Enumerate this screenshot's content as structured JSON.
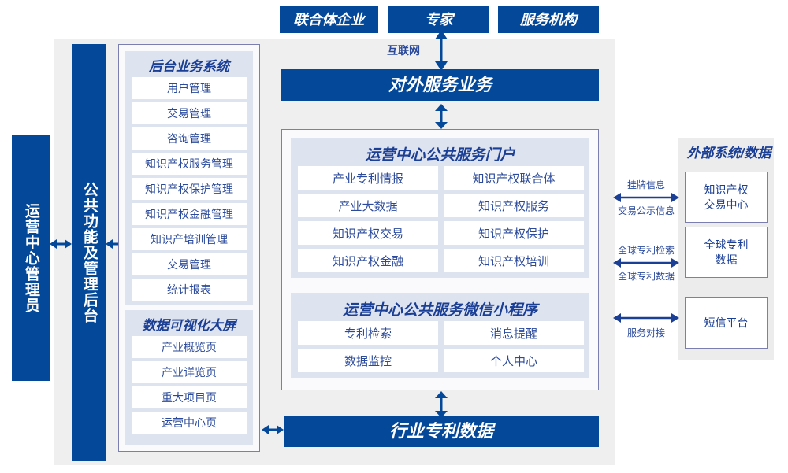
{
  "colors": {
    "primary_blue": "#04489a",
    "panel_fill": "#dee3f0",
    "outer_gray": "#efefef",
    "right_gray": "#ececec",
    "frame_border": "#7b7fb0",
    "text_blue": "#2b4a9b",
    "title_blue": "#1b3f94"
  },
  "top_actors": [
    {
      "label": "联合体企业"
    },
    {
      "label": "专家"
    },
    {
      "label": "服务机构"
    }
  ],
  "connectors": {
    "internet_label": "互联网"
  },
  "external_service_bar": {
    "label": "对外服务业务"
  },
  "industry_data_bar": {
    "label": "行业专利数据"
  },
  "left_column": {
    "admin_box": {
      "label": "运营中心管理员"
    },
    "common_box": {
      "label": "公共功能及管理后台"
    }
  },
  "backend_system": {
    "title": "后台业务系统",
    "items": [
      {
        "label": "用户管理"
      },
      {
        "label": "交易管理"
      },
      {
        "label": "咨询管理"
      },
      {
        "label": "知识产权服务管理"
      },
      {
        "label": "知识产权保护管理"
      },
      {
        "label": "知识产权金融管理"
      },
      {
        "label": "知识产培训管理"
      },
      {
        "label": "交易管理"
      },
      {
        "label": "统计报表"
      }
    ]
  },
  "data_visualization": {
    "title": "数据可视化大屏",
    "items": [
      {
        "label": "产业概览页"
      },
      {
        "label": "产业详览页"
      },
      {
        "label": "重大项目页"
      },
      {
        "label": "运营中心页"
      }
    ]
  },
  "public_portal": {
    "title": "运营中心公共服务门户",
    "items": [
      {
        "label": "产业专利情报"
      },
      {
        "label": "知识产权联合体"
      },
      {
        "label": "产业大数据"
      },
      {
        "label": "知识产权服务"
      },
      {
        "label": "知识产权交易"
      },
      {
        "label": "知识产权保护"
      },
      {
        "label": "知识产权金融"
      },
      {
        "label": "知识产权培训"
      }
    ]
  },
  "mini_program": {
    "title": "运营中心公共服务微信小程序",
    "items": [
      {
        "label": "专利检索"
      },
      {
        "label": "消息提醒"
      },
      {
        "label": "数据监控"
      },
      {
        "label": "个人中心"
      }
    ]
  },
  "external_systems": {
    "title": "外部系统/数据",
    "items": [
      {
        "label": "知识产权\n交易中心",
        "line1": "知识产权",
        "line2": "交易中心"
      },
      {
        "label": "全球专利\n数据",
        "line1": "全球专利",
        "line2": "数据"
      },
      {
        "label": "短信平台",
        "line1": "短信平台",
        "line2": ""
      }
    ],
    "link_labels": [
      {
        "above": "挂牌信息",
        "below": "交易公示信息"
      },
      {
        "above": "全球专利检索",
        "below": "全球专利数据"
      },
      {
        "above": "",
        "below": "服务对接"
      }
    ]
  }
}
